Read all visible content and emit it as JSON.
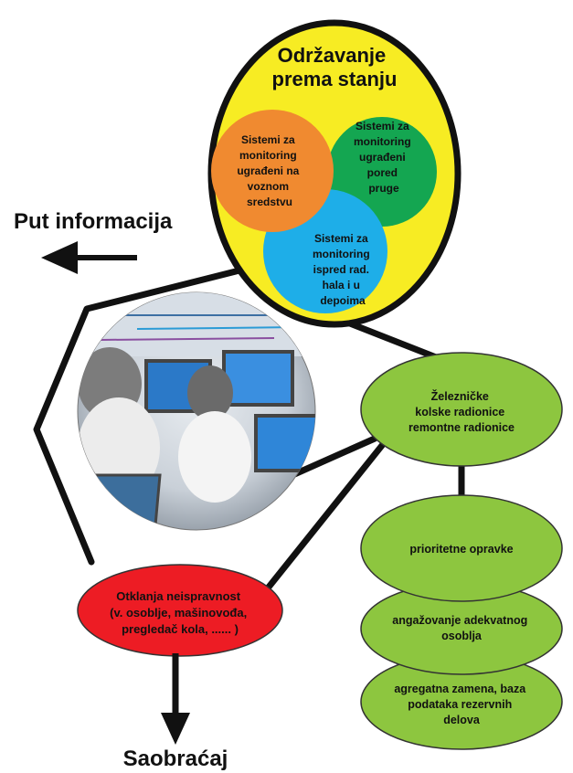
{
  "main_title": [
    "Održavanje",
    "prema stanju"
  ],
  "circles": {
    "orange": [
      "Sistemi za",
      "monitoring",
      "ugrađeni na",
      "voznom",
      "sredstvu"
    ],
    "green": [
      "Sistemi za",
      "monitoring",
      "ugrađeni",
      "pored",
      "pruge"
    ],
    "blue": [
      "Sistemi za",
      "monitoring",
      "ispred rad.",
      "hala i u",
      "depoima"
    ]
  },
  "put_informacija": "Put informacija",
  "workshop": [
    "Železničke",
    "kolske radionice",
    "remontne radionice"
  ],
  "actions": [
    [
      "prioritetne opravke"
    ],
    [
      "angažovanje adekvatnog",
      "osoblja"
    ],
    [
      "agregatna zamena, baza",
      "podataka rezervnih",
      "delova"
    ]
  ],
  "otklanja": [
    "Otklanja neispravnost",
    "(v. osoblje, mašinovođa,",
    "pregledač kola, ...... )"
  ],
  "saobracaj": "Saobraćaj",
  "colors": {
    "yellow": "#f7ec23",
    "orange": "#f08a30",
    "green": "#14a651",
    "blue": "#1eaee8",
    "light_green": "#8dc63f",
    "red": "#ed1c24"
  }
}
